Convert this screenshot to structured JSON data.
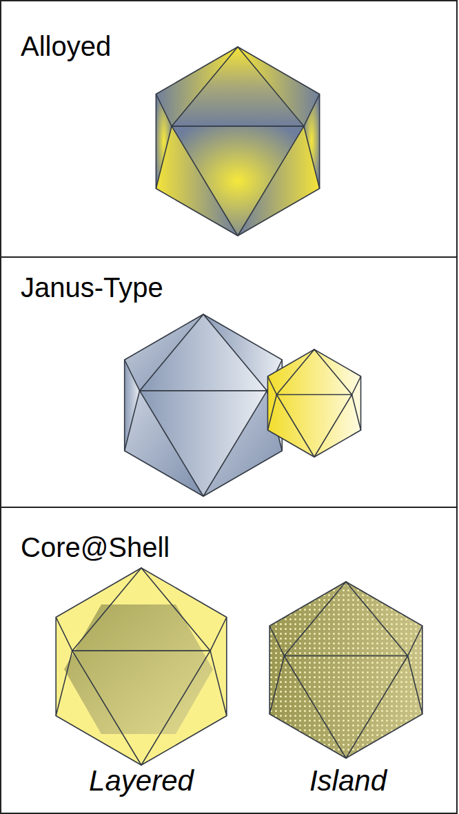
{
  "diagram": {
    "nodes": [
      {
        "text": [
          "Alloyed"
        ]
      },
      {
        "text": [
          "Janus-Type"
        ]
      },
      {
        "text": [
          "Core@Shell"
        ]
      }
    ],
    "labels": [
      "Layered",
      "Island"
    ]
  }
}
